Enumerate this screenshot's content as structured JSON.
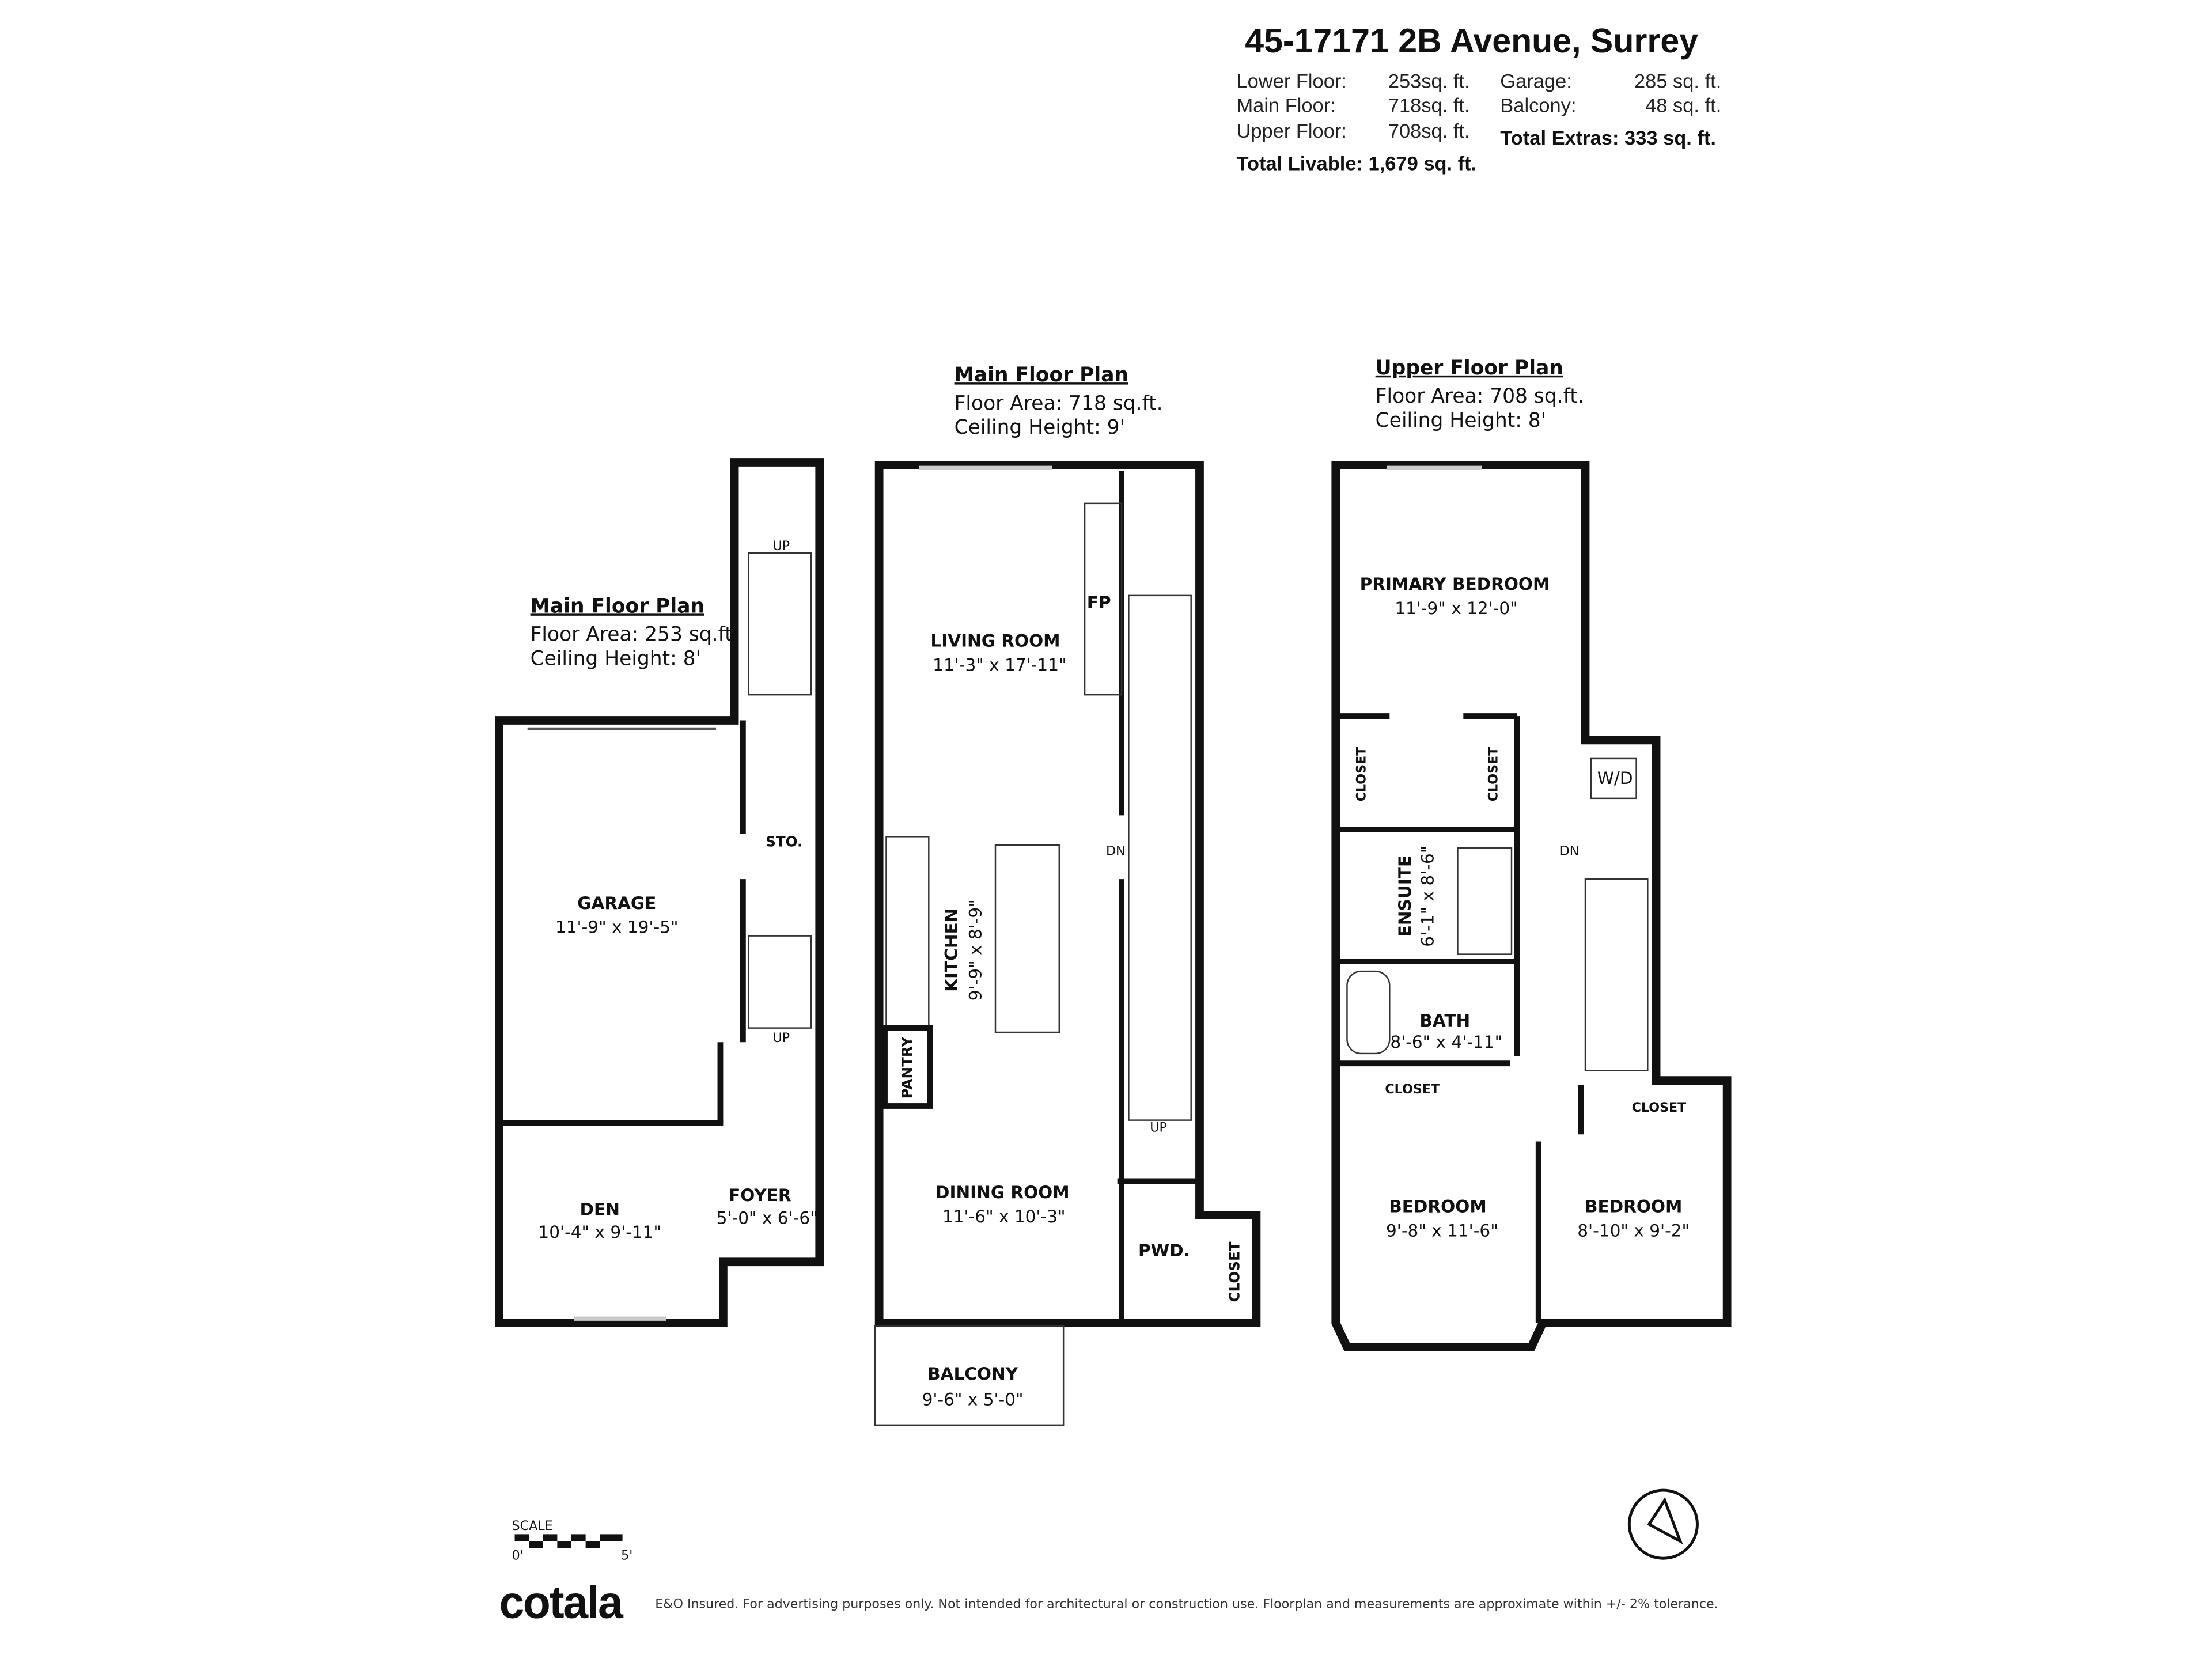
{
  "header": {
    "title": "45-17171 2B Avenue, Surrey",
    "rows": [
      {
        "label": "Lower Floor:",
        "value": "253sq. ft."
      },
      {
        "label": "Main Floor:",
        "value": "718sq. ft."
      },
      {
        "label": "Upper Floor:",
        "value": "708sq. ft."
      }
    ],
    "extras": [
      {
        "label": "Garage:",
        "value": "285 sq. ft."
      },
      {
        "label": "Balcony:",
        "value": "48 sq. ft."
      }
    ],
    "total_livable": "Total Livable: 1,679 sq. ft.",
    "total_extras": "Total Extras: 333 sq. ft."
  },
  "plans": {
    "lower": {
      "title": "Main Floor Plan",
      "area": "Floor Area: 253 sq.ft.",
      "ceiling": "Ceiling Height: 8'"
    },
    "main": {
      "title": "Main Floor Plan",
      "area": "Floor Area: 718 sq.ft.",
      "ceiling": "Ceiling Height: 9'"
    },
    "upper": {
      "title": "Upper Floor Plan",
      "area": "Floor Area: 708 sq.ft.",
      "ceiling": "Ceiling Height: 8'"
    }
  },
  "rooms": {
    "garage": {
      "name": "GARAGE",
      "dim": "11'-9\" x 19'-5\""
    },
    "sto": {
      "name": "STO."
    },
    "den": {
      "name": "DEN",
      "dim": "10'-4\" x 9'-11\""
    },
    "foyer": {
      "name": "FOYER",
      "dim": "5'-0\" x 6'-6\""
    },
    "living": {
      "name": "LIVING ROOM",
      "dim": "11'-3\" x 17'-11\""
    },
    "fp": {
      "name": "FP"
    },
    "kitchen": {
      "name": "KITCHEN",
      "dim": "9'-9\" x 8'-9\""
    },
    "pantry": {
      "name": "PANTRY"
    },
    "dining": {
      "name": "DINING ROOM",
      "dim": "11'-6\" x 10'-3\""
    },
    "pwd": {
      "name": "PWD."
    },
    "main_closet": {
      "name": "CLOSET"
    },
    "balcony": {
      "name": "BALCONY",
      "dim": "9'-6\" x 5'-0\""
    },
    "primary": {
      "name": "PRIMARY BEDROOM",
      "dim": "11'-9\" x 12'-0\""
    },
    "closet1": {
      "name": "CLOSET"
    },
    "closet2": {
      "name": "CLOSET"
    },
    "wd": {
      "name": "W/D"
    },
    "ensuite": {
      "name": "ENSUITE",
      "dim": "6'-1\" x 8'-6\""
    },
    "bath": {
      "name": "BATH",
      "dim": "8'-6\" x 4'-11\""
    },
    "closet3": {
      "name": "CLOSET"
    },
    "closet4": {
      "name": "CLOSET"
    },
    "bedroom1": {
      "name": "BEDROOM",
      "dim": "9'-8\" x 11'-6\""
    },
    "bedroom2": {
      "name": "BEDROOM",
      "dim": "8'-10\" x 9'-2\""
    }
  },
  "stairs": {
    "up": "UP",
    "dn": "DN"
  },
  "scale": {
    "label": "SCALE",
    "start": "0'",
    "end": "5'"
  },
  "footer": {
    "logo": "cotala",
    "disclaimer": "E&O Insured. For advertising purposes only. Not intended for architectural or construction use. Floorplan and measurements are approximate within +/- 2% tolerance."
  },
  "icons": {
    "compass": "north-arrow-icon"
  }
}
